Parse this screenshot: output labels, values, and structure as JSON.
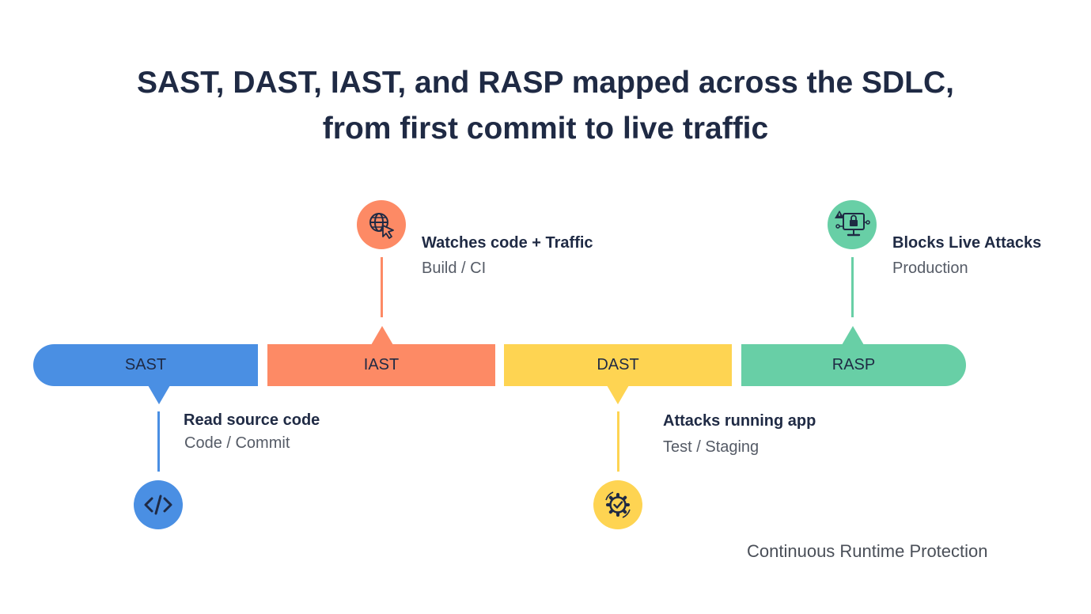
{
  "title": {
    "line1": "SAST, DAST, IAST, and RASP mapped across the SDLC,",
    "line2": "from first commit to live traffic"
  },
  "stages": [
    {
      "label": "SAST",
      "caption": "Read source code",
      "phase": "Code / Commit",
      "icon": "code-icon",
      "color": "#4a8fe3"
    },
    {
      "label": "IAST",
      "caption": "Watches code + Traffic",
      "phase": "Build / CI",
      "icon": "globe-cursor-icon",
      "color": "#fd8a65"
    },
    {
      "label": "DAST",
      "caption": "Attacks running app",
      "phase": "Test / Staging",
      "icon": "gear-check-icon",
      "color": "#fed452"
    },
    {
      "label": "RASP",
      "caption": "Blocks Live Attacks",
      "phase": "Production",
      "icon": "shield-monitor-icon",
      "color": "#68cfa6"
    }
  ],
  "footer": "Continuous Runtime Protection"
}
